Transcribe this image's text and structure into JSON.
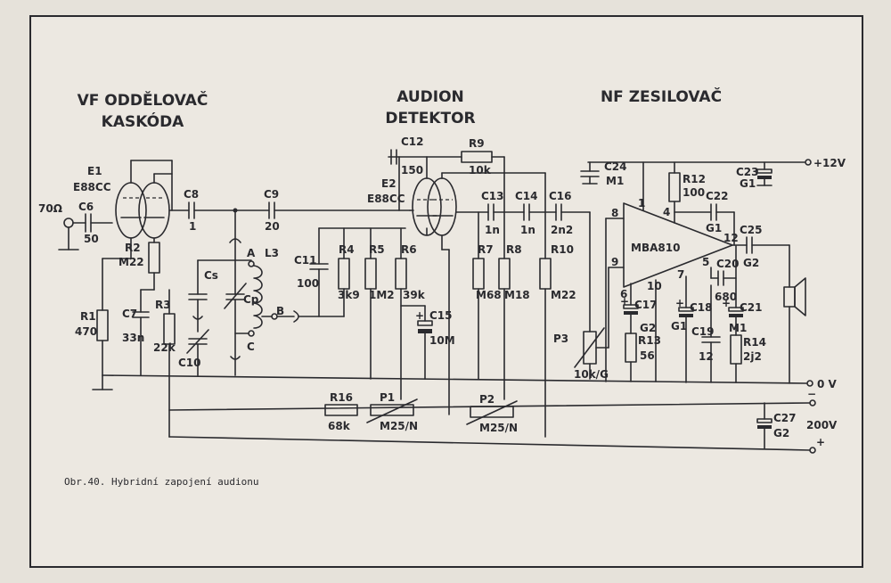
{
  "titles": {
    "rf_line1": "VF ODDĚLOVAČ",
    "rf_line2": "KASKÓDA",
    "det_line1": "AUDION",
    "det_line2": "DETEKTOR",
    "af": "NF ZESILOVAČ"
  },
  "caption": "Obr.40. Hybridní zapojení audionu",
  "tubes": {
    "e1_ref": "E1",
    "e1_type": "E88CC",
    "e2_ref": "E2",
    "e2_type": "E88CC"
  },
  "input": {
    "impedance": "70Ω"
  },
  "ic": {
    "name": "MBA810",
    "pins": {
      "p1": "1",
      "p4": "4",
      "p5": "5",
      "p6": "6",
      "p7": "7",
      "p8": "8",
      "p9": "9",
      "p10": "10",
      "p12": "12"
    }
  },
  "coil": {
    "ref": "L3",
    "tap_a": "A",
    "tap_b": "B",
    "tap_c": "C"
  },
  "components": {
    "c6": {
      "ref": "C6",
      "value": "50"
    },
    "c8": {
      "ref": "C8",
      "value": "1"
    },
    "c9": {
      "ref": "C9",
      "value": "20"
    },
    "r1": {
      "ref": "R1",
      "value": "470"
    },
    "r2": {
      "ref": "R2",
      "value": "M22"
    },
    "c7": {
      "ref": "C7",
      "value": "33n"
    },
    "r3": {
      "ref": "R3",
      "value": "22k"
    },
    "cs": {
      "ref": "Cs"
    },
    "cp": {
      "ref": "Cp"
    },
    "c10": {
      "ref": "C10"
    },
    "c11": {
      "ref": "C11",
      "value": "100"
    },
    "r4": {
      "ref": "R4",
      "value": "3k9"
    },
    "r5": {
      "ref": "R5",
      "value": "1M2"
    },
    "r6": {
      "ref": "R6",
      "value": "39k"
    },
    "c15": {
      "ref": "C15",
      "value": "10M"
    },
    "c12": {
      "ref": "C12",
      "value": "150"
    },
    "r9": {
      "ref": "R9",
      "value": "10k"
    },
    "c13": {
      "ref": "C13",
      "value": "1n"
    },
    "c14": {
      "ref": "C14",
      "value": "1n"
    },
    "c16": {
      "ref": "C16",
      "value": "2n2"
    },
    "r7": {
      "ref": "R7",
      "value": "M68"
    },
    "r8": {
      "ref": "R8",
      "value": "M18"
    },
    "r10": {
      "ref": "R10",
      "value": "M22"
    },
    "p3": {
      "ref": "P3",
      "value": "10k/G"
    },
    "c24": {
      "ref": "C24",
      "value": "M1"
    },
    "r12": {
      "ref": "R12",
      "value": "100"
    },
    "c23": {
      "ref": "C23",
      "value": "G1"
    },
    "c22": {
      "ref": "C22",
      "value": "G1"
    },
    "c25": {
      "ref": "C25",
      "value": "G2"
    },
    "c20": {
      "ref": "C20",
      "value": "680"
    },
    "c17": {
      "ref": "C17",
      "value": "G2"
    },
    "r13": {
      "ref": "R13",
      "value": "56"
    },
    "c18": {
      "ref": "C18",
      "value": "G1"
    },
    "c19": {
      "ref": "C19",
      "value": "12"
    },
    "c21": {
      "ref": "C21",
      "value": "M1"
    },
    "r14": {
      "ref": "R14",
      "value": "2j2"
    },
    "r16": {
      "ref": "R16",
      "value": "68k"
    },
    "p1": {
      "ref": "P1",
      "value": "M25/N"
    },
    "p2": {
      "ref": "P2",
      "value": "M25/N"
    },
    "c27": {
      "ref": "C27",
      "value": "G2"
    }
  },
  "rails": {
    "plus12": "+12V",
    "zero": "0 V",
    "hv": "200V"
  }
}
